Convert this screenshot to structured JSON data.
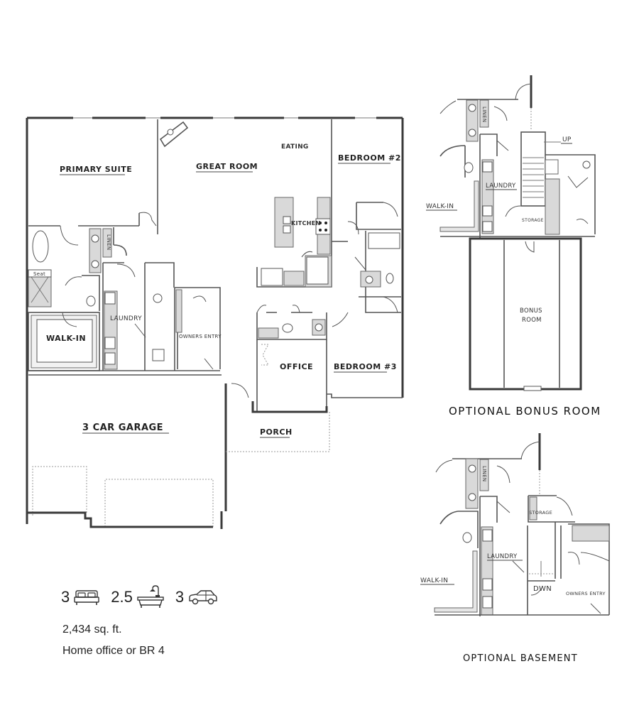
{
  "main_plan": {
    "rooms": {
      "primary_suite": "PRIMARY SUITE",
      "great_room": "GREAT ROOM",
      "eating": "EATING",
      "bedroom_2": "BEDROOM #2",
      "kitchen": "KITCHEN",
      "linen": "LINEN",
      "seat": "Seat",
      "walk_in": "WALK-IN",
      "laundry": "LAUNDRY",
      "owners_entry": "OWNERS ENTRY",
      "office": "OFFICE",
      "bedroom_3": "BEDROOM #3",
      "garage": "3 CAR GARAGE",
      "porch": "PORCH"
    }
  },
  "bonus_plan": {
    "title": "OPTIONAL BONUS ROOM",
    "rooms": {
      "linen": "LINEN",
      "up": "UP",
      "laundry": "LAUNDRY",
      "walk_in": "WALK-IN",
      "storage": "STORAGE",
      "bonus_line1": "BONUS",
      "bonus_line2": "ROOM"
    }
  },
  "basement_plan": {
    "title": "OPTIONAL BASEMENT",
    "rooms": {
      "linen": "LINEN",
      "storage": "STORAGE",
      "laundry": "LAUNDRY",
      "walk_in": "WALK-IN",
      "down": "DWN",
      "owners_entry": "OWNERS ENTRY"
    }
  },
  "summary": {
    "bedrooms": "3",
    "bathrooms": "2.5",
    "garage_cars": "3",
    "bed_icon": "bed-icon",
    "bath_icon": "bathtub-icon",
    "car_icon": "car-icon",
    "sqft": "2,434 sq. ft.",
    "note": "Home office or BR 4"
  }
}
